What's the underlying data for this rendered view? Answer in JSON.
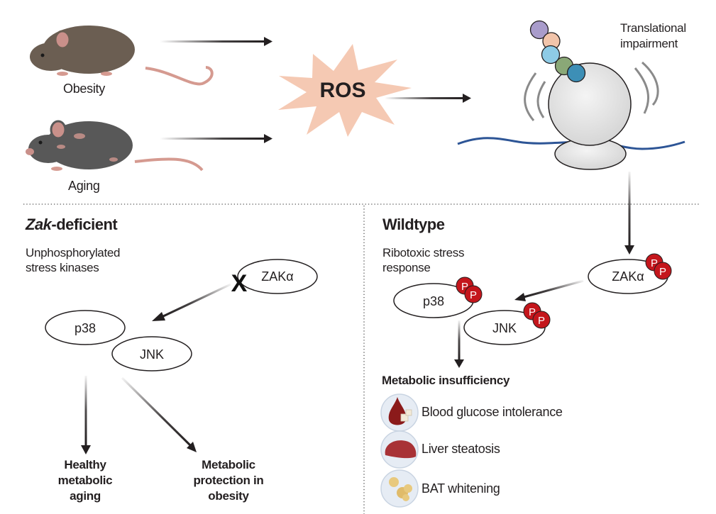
{
  "top": {
    "conditions": [
      {
        "label": "Obesity",
        "icon": "obese-mouse-icon"
      },
      {
        "label": "Aging",
        "icon": "aged-mouse-icon"
      }
    ],
    "ros_label": "ROS",
    "ribosome_label": "Translational\nimpairment",
    "ribosome_label_lines": [
      "Translational",
      "impairment"
    ]
  },
  "left_panel": {
    "title_italic": "Zak",
    "title_rest": "-deficient",
    "subtitle_lines": [
      "Unphosphorylated",
      "stress kinases"
    ],
    "nodes": {
      "zak": "ZAKα",
      "p38": "p38",
      "jnk": "JNK"
    },
    "blocked_mark": "X",
    "outcomes": [
      {
        "lines": [
          "Healthy",
          "metabolic",
          "aging"
        ]
      },
      {
        "lines": [
          "Metabolic",
          "protection in",
          "obesity"
        ]
      }
    ]
  },
  "right_panel": {
    "title": "Wildtype",
    "subtitle_lines": [
      "Ribotoxic stress",
      "response"
    ],
    "nodes": {
      "zak": "ZAKα",
      "p38": "p38",
      "jnk": "JNK"
    },
    "phospho_label": "P",
    "outcome_title": "Metabolic insufficiency",
    "outcome_items": [
      {
        "label": "Blood glucose intolerance",
        "icon": "blood-glucose-icon"
      },
      {
        "label": "Liver steatosis",
        "icon": "liver-icon"
      },
      {
        "label": "BAT whitening",
        "icon": "fat-cells-icon"
      }
    ]
  },
  "colors": {
    "ros_fill": "#f5c9b3",
    "mrna": "#2d5596",
    "phospho": "#c4161c",
    "ribosome": "#e8e8e8",
    "peptide": [
      "#a99ccb",
      "#f2c4aa",
      "#8ecbe6",
      "#8aa877",
      "#3d8fb6"
    ]
  }
}
